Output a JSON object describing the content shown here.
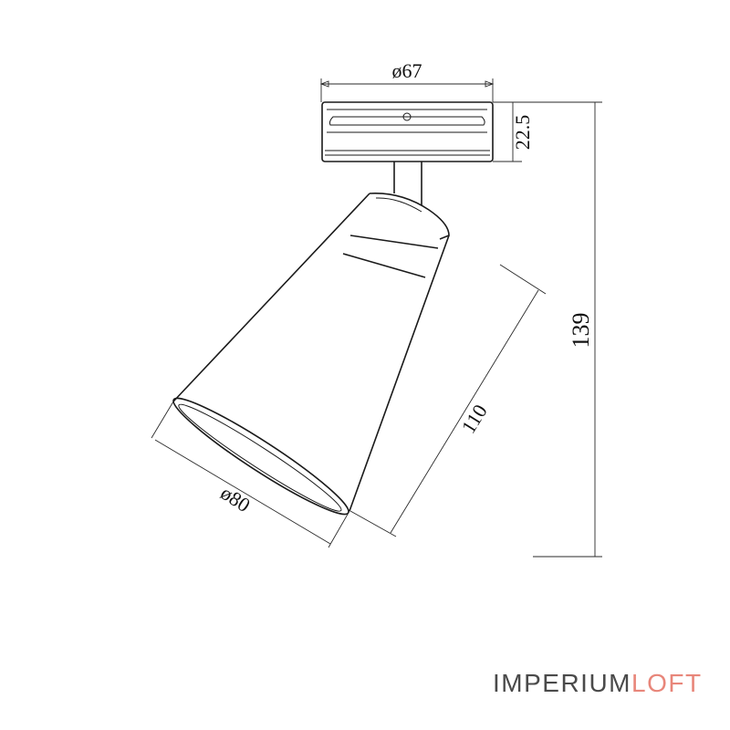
{
  "dimensions": {
    "base_diameter": "ø67",
    "base_height": "22.5",
    "total_height": "139",
    "shade_length": "110",
    "shade_diameter": "ø80"
  },
  "brand": {
    "part1": "IMPERIUM",
    "part2": "LOFT",
    "color1": "#4a4a4a",
    "color2": "#e8867a"
  }
}
